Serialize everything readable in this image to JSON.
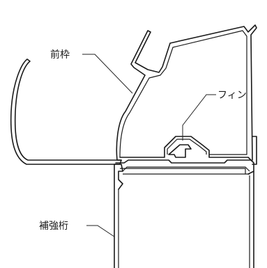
{
  "labels": {
    "front_frame": "前枠",
    "fin": "フィン",
    "reinforcing_beam": "補強桁"
  }
}
